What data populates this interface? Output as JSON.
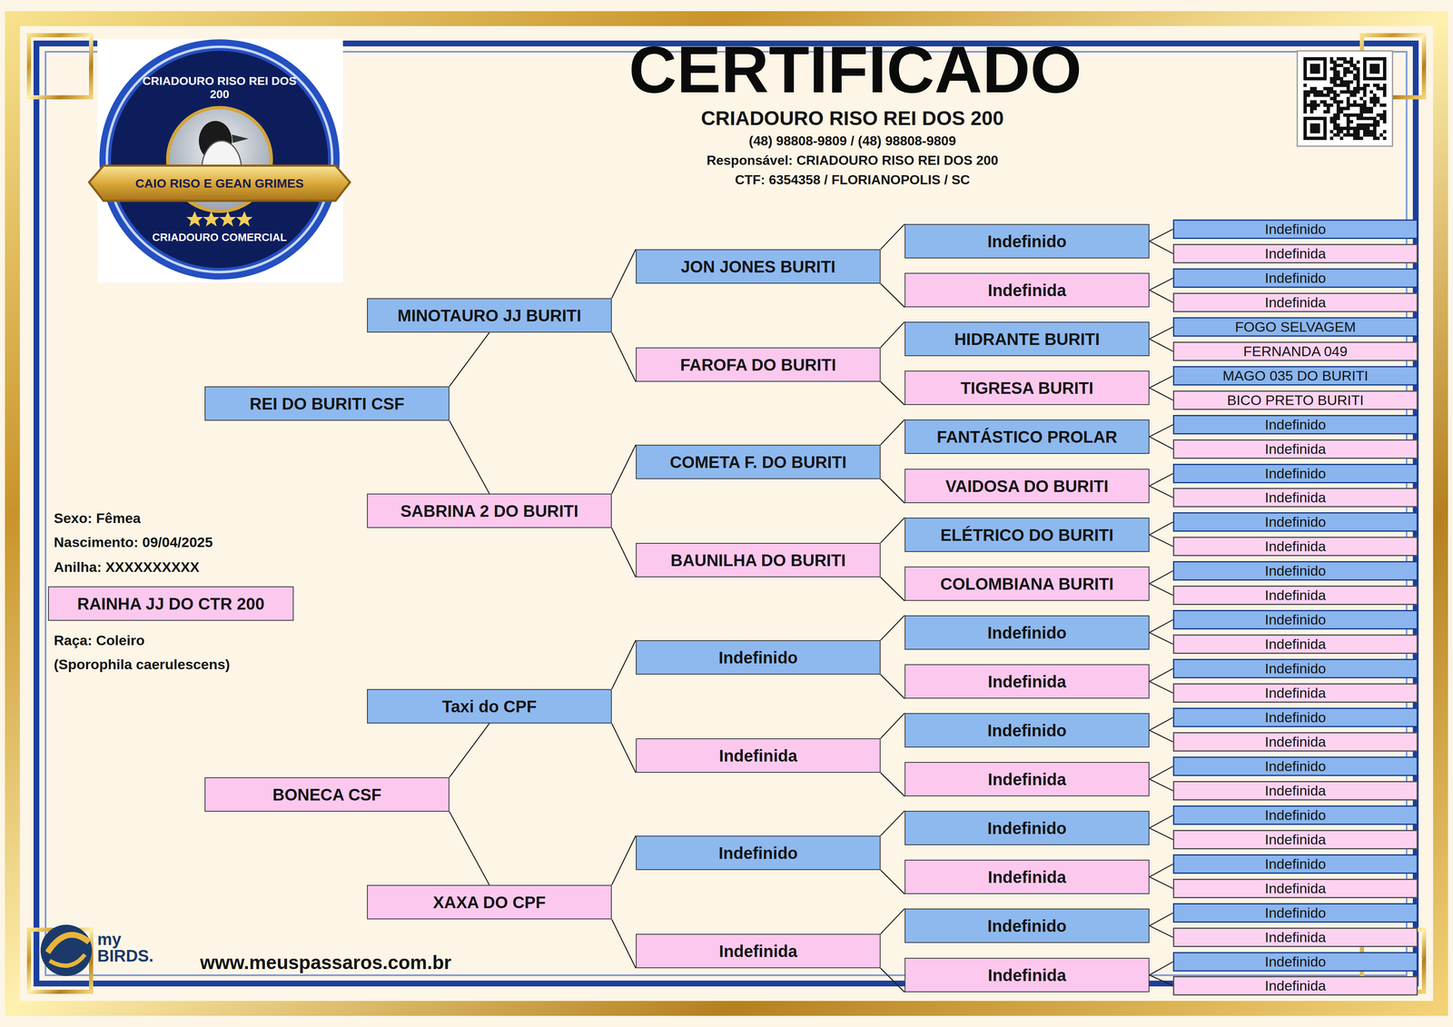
{
  "diagram": {
    "title": "CERTIFICADO",
    "nodes": [
      {
        "text": [
          "RAINHA JJ DO CTR 200"
        ]
      },
      {
        "text": [
          "REI DO BURITI CSF"
        ]
      },
      {
        "text": [
          "BONECA CSF"
        ]
      },
      {
        "text": [
          "MINOTAURO JJ BURITI"
        ]
      },
      {
        "text": [
          "SABRINA 2 DO BURITI"
        ]
      },
      {
        "text": [
          "Taxi do CPF"
        ]
      },
      {
        "text": [
          "XAXA DO CPF"
        ]
      },
      {
        "text": [
          "JON JONES BURITI"
        ]
      },
      {
        "text": [
          "FAROFA DO BURITI"
        ]
      },
      {
        "text": [
          "COMETA F. DO BURITI"
        ]
      },
      {
        "text": [
          "BAUNILHA DO BURITI"
        ]
      },
      {
        "text": [
          "Indefinido"
        ]
      },
      {
        "text": [
          "Indefinida"
        ]
      },
      {
        "text": [
          "Indefinido"
        ]
      },
      {
        "text": [
          "Indefinida"
        ]
      },
      {
        "text": [
          "Indefinido"
        ]
      },
      {
        "text": [
          "Indefinida"
        ]
      },
      {
        "text": [
          "HIDRANTE BURITI"
        ]
      },
      {
        "text": [
          "TIGRESA BURITI"
        ]
      },
      {
        "text": [
          "FANTÁSTICO PROLAR"
        ]
      },
      {
        "text": [
          "VAIDOSA DO BURITI"
        ]
      },
      {
        "text": [
          "ELÉTRICO DO BURITI"
        ]
      },
      {
        "text": [
          "COLOMBIANA BURITI"
        ]
      },
      {
        "text": [
          "Indefinido"
        ]
      },
      {
        "text": [
          "Indefinida"
        ]
      },
      {
        "text": [
          "Indefinido"
        ]
      },
      {
        "text": [
          "Indefinida"
        ]
      },
      {
        "text": [
          "Indefinido"
        ]
      },
      {
        "text": [
          "Indefinida"
        ]
      },
      {
        "text": [
          "Indefinido"
        ]
      },
      {
        "text": [
          "Indefinida"
        ]
      },
      {
        "text": [
          "Indefinido"
        ]
      },
      {
        "text": [
          "Indefinida"
        ]
      },
      {
        "text": [
          "Indefinido"
        ]
      },
      {
        "text": [
          "Indefinida"
        ]
      },
      {
        "text": [
          "FOGO SELVAGEM"
        ]
      },
      {
        "text": [
          "FERNANDA 049"
        ]
      },
      {
        "text": [
          "MAGO 035 DO BURITI"
        ]
      },
      {
        "text": [
          "BICO PRETO BURITI"
        ]
      },
      {
        "text": [
          "Indefinido"
        ]
      },
      {
        "text": [
          "Indefinida"
        ]
      },
      {
        "text": [
          "Indefinido"
        ]
      },
      {
        "text": [
          "Indefinida"
        ]
      },
      {
        "text": [
          "Indefinido"
        ]
      },
      {
        "text": [
          "Indefinida"
        ]
      },
      {
        "text": [
          "Indefinido"
        ]
      },
      {
        "text": [
          "Indefinida"
        ]
      },
      {
        "text": [
          "Indefinido"
        ]
      },
      {
        "text": [
          "Indefinida"
        ]
      },
      {
        "text": [
          "Indefinido"
        ]
      },
      {
        "text": [
          "Indefinida"
        ]
      },
      {
        "text": [
          "Indefinido"
        ]
      },
      {
        "text": [
          "Indefinida"
        ]
      },
      {
        "text": [
          "Indefinido"
        ]
      },
      {
        "text": [
          "Indefinida"
        ]
      },
      {
        "text": [
          "Indefinido"
        ]
      },
      {
        "text": [
          "Indefinida"
        ]
      },
      {
        "text": [
          "Indefinido"
        ]
      },
      {
        "text": [
          "Indefinida"
        ]
      },
      {
        "text": [
          "Indefinido"
        ]
      },
      {
        "text": [
          "Indefinida"
        ]
      },
      {
        "text": [
          "Indefinido"
        ]
      },
      {
        "text": [
          "Indefinida"
        ]
      }
    ],
    "edges": [
      {
        "from": 1,
        "to": 3,
        "arrow": "none"
      },
      {
        "from": 1,
        "to": 4,
        "arrow": "none"
      },
      {
        "from": 2,
        "to": 5,
        "arrow": "none"
      },
      {
        "from": 2,
        "to": 6,
        "arrow": "none"
      },
      {
        "from": 3,
        "to": 7,
        "arrow": "none"
      },
      {
        "from": 3,
        "to": 8,
        "arrow": "none"
      },
      {
        "from": 4,
        "to": 9,
        "arrow": "none"
      },
      {
        "from": 4,
        "to": 10,
        "arrow": "none"
      },
      {
        "from": 5,
        "to": 11,
        "arrow": "none"
      },
      {
        "from": 5,
        "to": 12,
        "arrow": "none"
      },
      {
        "from": 6,
        "to": 13,
        "arrow": "none"
      },
      {
        "from": 6,
        "to": 14,
        "arrow": "none"
      },
      {
        "from": 7,
        "to": 15,
        "arrow": "none"
      },
      {
        "from": 7,
        "to": 16,
        "arrow": "none"
      },
      {
        "from": 8,
        "to": 17,
        "arrow": "none"
      },
      {
        "from": 8,
        "to": 18,
        "arrow": "none"
      },
      {
        "from": 9,
        "to": 19,
        "arrow": "none"
      },
      {
        "from": 9,
        "to": 20,
        "arrow": "none"
      },
      {
        "from": 10,
        "to": 21,
        "arrow": "none"
      },
      {
        "from": 10,
        "to": 22,
        "arrow": "none"
      },
      {
        "from": 11,
        "to": 23,
        "arrow": "none"
      },
      {
        "from": 11,
        "to": 24,
        "arrow": "none"
      },
      {
        "from": 12,
        "to": 25,
        "arrow": "none"
      },
      {
        "from": 12,
        "to": 26,
        "arrow": "none"
      },
      {
        "from": 13,
        "to": 27,
        "arrow": "none"
      },
      {
        "from": 13,
        "to": 28,
        "arrow": "none"
      },
      {
        "from": 14,
        "to": 29,
        "arrow": "none"
      },
      {
        "from": 14,
        "to": 30,
        "arrow": "none"
      },
      {
        "from": 15,
        "to": 31,
        "arrow": "none"
      },
      {
        "from": 15,
        "to": 32,
        "arrow": "none"
      },
      {
        "from": 16,
        "to": 33,
        "arrow": "none"
      },
      {
        "from": 16,
        "to": 34,
        "arrow": "none"
      },
      {
        "from": 17,
        "to": 35,
        "arrow": "none"
      },
      {
        "from": 17,
        "to": 36,
        "arrow": "none"
      },
      {
        "from": 18,
        "to": 37,
        "arrow": "none"
      },
      {
        "from": 18,
        "to": 38,
        "arrow": "none"
      },
      {
        "from": 19,
        "to": 39,
        "arrow": "none"
      },
      {
        "from": 19,
        "to": 40,
        "arrow": "none"
      },
      {
        "from": 20,
        "to": 41,
        "arrow": "none"
      },
      {
        "from": 20,
        "to": 42,
        "arrow": "none"
      },
      {
        "from": 21,
        "to": 43,
        "arrow": "none"
      },
      {
        "from": 21,
        "to": 44,
        "arrow": "none"
      },
      {
        "from": 22,
        "to": 45,
        "arrow": "none"
      },
      {
        "from": 22,
        "to": 46,
        "arrow": "none"
      },
      {
        "from": 23,
        "to": 47,
        "arrow": "none"
      },
      {
        "from": 23,
        "to": 48,
        "arrow": "none"
      },
      {
        "from": 24,
        "to": 49,
        "arrow": "none"
      },
      {
        "from": 24,
        "to": 50,
        "arrow": "none"
      },
      {
        "from": 25,
        "to": 51,
        "arrow": "none"
      },
      {
        "from": 25,
        "to": 52,
        "arrow": "none"
      },
      {
        "from": 26,
        "to": 53,
        "arrow": "none"
      },
      {
        "from": 26,
        "to": 54,
        "arrow": "none"
      },
      {
        "from": 27,
        "to": 55,
        "arrow": "none"
      },
      {
        "from": 27,
        "to": 56,
        "arrow": "none"
      },
      {
        "from": 28,
        "to": 57,
        "arrow": "none"
      },
      {
        "from": 28,
        "to": 58,
        "arrow": "none"
      },
      {
        "from": 29,
        "to": 59,
        "arrow": "none"
      },
      {
        "from": 29,
        "to": 60,
        "arrow": "none"
      },
      {
        "from": 30,
        "to": 61,
        "arrow": "none"
      },
      {
        "from": 30,
        "to": 62,
        "arrow": "none"
      }
    ],
    "labels": [
      "CRIADOURO RISO REI DOS 200",
      "(48) 98808-9809 / (48) 98808-9809",
      "Responsável: CRIADOURO RISO REI DOS 200",
      "CTF: 6354358 / FLORIANOPOLIS / SC",
      "CRIADOURO RISO REI DOS 200",
      "CAIO RISO E GEAN GRIMES",
      "CRIADOURO COMERCIAL",
      "Sexo: Fêmea",
      "Nascimento: 09/04/2025",
      "Anilha: XXXXXXXXXX",
      "Raça: Coleiro",
      "(Sporophila caerulescens)",
      "my BIRDS.",
      "www.meuspassaros.com.br"
    ]
  }
}
